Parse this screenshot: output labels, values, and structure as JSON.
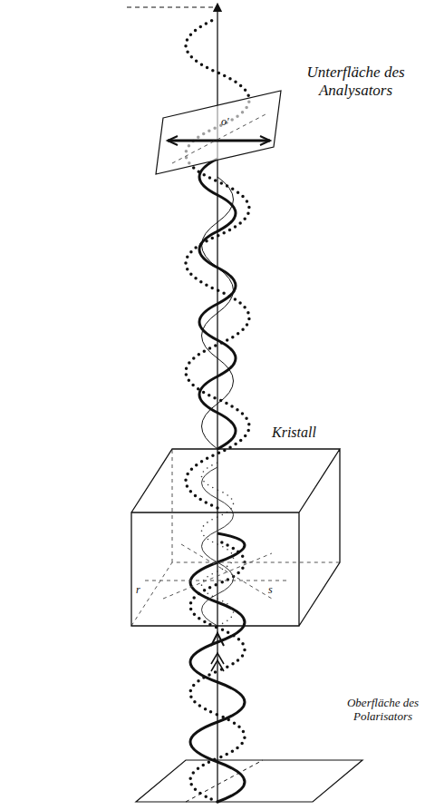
{
  "diagram": {
    "labels": [
      "Unterfläche des Analysators",
      "Kristall",
      "Oberfläche des Polarisators",
      "o'",
      "r",
      "s"
    ]
  }
}
